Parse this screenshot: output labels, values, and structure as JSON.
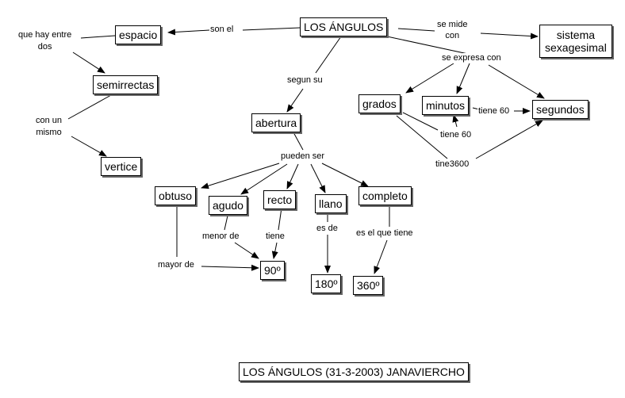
{
  "nodes": {
    "angulos": "LOS ÁNGULOS",
    "espacio": "espacio",
    "sistema_line1": "sistema",
    "sistema_line2": "sexagesimal",
    "semirrectas": "semirrectas",
    "vertice": "vertice",
    "abertura": "abertura",
    "grados": "grados",
    "minutos": "minutos",
    "segundos": "segundos",
    "obtuso": "obtuso",
    "agudo": "agudo",
    "recto": "recto",
    "llano": "llano",
    "completo": "completo",
    "deg90": "90º",
    "deg180": "180º",
    "deg360": "360º"
  },
  "labels": {
    "son_el": "son el",
    "se_mide_con_line1": "se mide",
    "se_mide_con_line2": "con",
    "que_hay_entre_dos_line1": "que hay entre",
    "que_hay_entre_dos_line2": "dos",
    "se_expresa_con": "se expresa con",
    "segun_su": "segun su",
    "tiene_60_a": "tiene 60",
    "tiene_60_b": "tiene 60",
    "con_un_mismo_line1": "con un",
    "con_un_mismo_line2": "mismo",
    "pueden_ser": "pueden ser",
    "tine3600": "tine3600",
    "menor_de": "menor de",
    "tiene": "tiene",
    "es_de": "es de",
    "es_el_que_tiene": "es el que tiene",
    "mayor_de": "mayor de"
  },
  "footer": "LOS ÁNGULOS (31-3-2003) JANAVIERCHO"
}
